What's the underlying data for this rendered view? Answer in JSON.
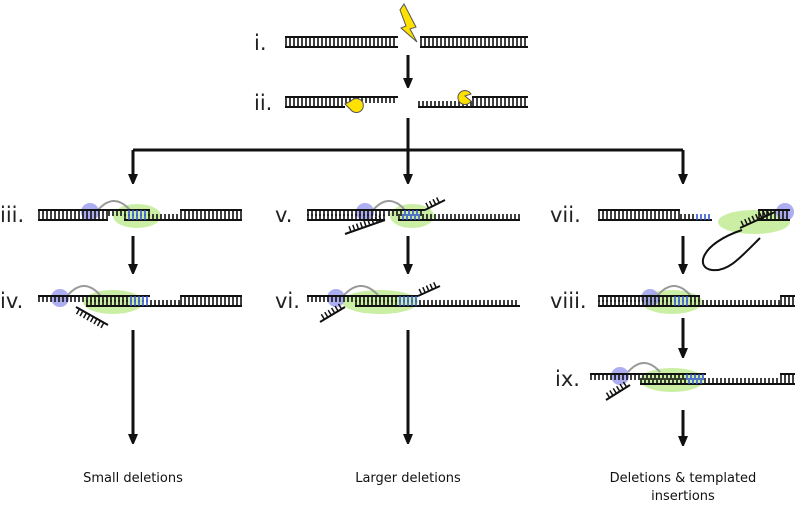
{
  "steps": {
    "i": "i.",
    "ii": "ii.",
    "iii": "iii.",
    "iv": "iv.",
    "v": "v.",
    "vi": "vi.",
    "vii": "vii.",
    "viii": "viii.",
    "ix": "ix."
  },
  "outcomes": {
    "small": "Small deletions",
    "larger": "Larger deletions",
    "templated_line1": "Deletions & templated",
    "templated_line2": "insertions"
  },
  "colors": {
    "dna": "#111111",
    "microhomology": "#3355cc",
    "polymerase_theta_helicase": "#9999ee",
    "polymerase_theta_domain": "#b8e986",
    "exonuclease": "#ffe100",
    "break_bolt": "#ffe100",
    "tether": "#999999"
  },
  "icons": {
    "break": "lightning-bolt-icon",
    "exonuclease": "pacman-icon"
  }
}
